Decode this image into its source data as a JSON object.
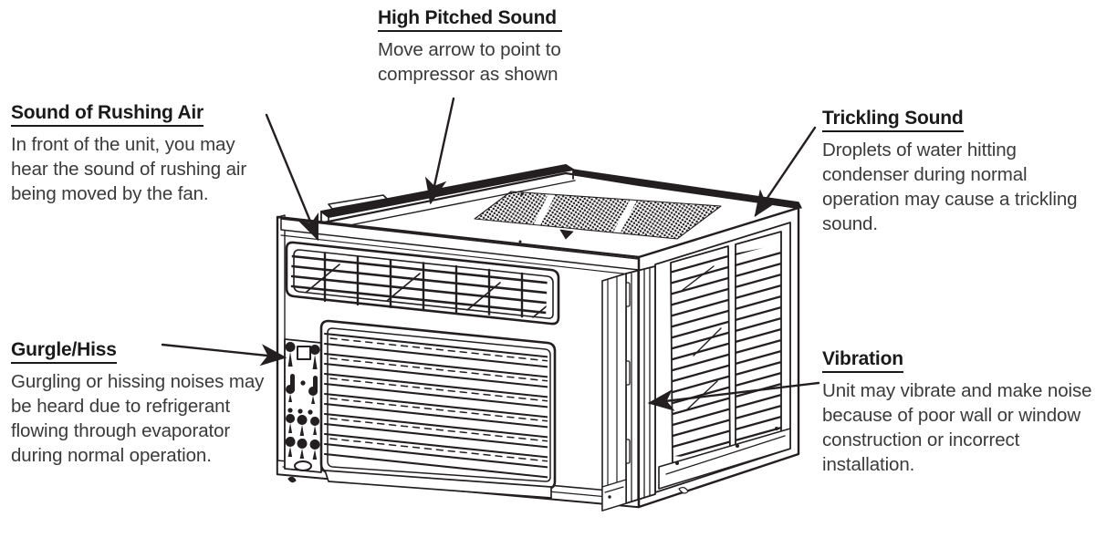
{
  "document": {
    "type": "appliance-noise-diagram",
    "subject": "Window air conditioner normal operating sounds",
    "colors": {
      "heading": "#1a1a1a",
      "body": "#3a3a3a",
      "line_art": "#231f20",
      "background": "#ffffff"
    }
  },
  "callouts": [
    {
      "id": "rushing-air",
      "heading": "Sound of Rushing Air",
      "body": "In front of the unit, you may hear the sound of rushing air being moved by the fan.",
      "position": "top-left",
      "leader": "points to upper-left discharge grille"
    },
    {
      "id": "high-pitched",
      "heading": "High Pitched Sound ",
      "body": "Move arrow to point to compressor as shown",
      "position": "top-center",
      "leader": "arrow pointing down to top cabinet panel"
    },
    {
      "id": "trickling",
      "heading": "Trickling Sound",
      "body": "Droplets of water hitting condenser during normal operation may cause a trickling sound.",
      "position": "top-right",
      "leader": "points to top rear edge of cabinet"
    },
    {
      "id": "gurgle-hiss",
      "heading": "Gurgle/Hiss",
      "body": "Gurgling or hissing noises may be heard due to refrigerant flowing through evaporator during normal operation.",
      "position": "bottom-left",
      "leader": "points right to control panel area"
    },
    {
      "id": "vibration",
      "heading": "Vibration",
      "body": "Unit may vibrate and make noise because of poor wall or window construction or incorrect  installation.",
      "position": "bottom-right",
      "leader": "points left to side mounting panel"
    }
  ],
  "illustration": {
    "name": "window-air-conditioner-line-drawing",
    "view": "three-quarter isometric, front-left and right side visible",
    "parts": [
      {
        "name": "front-discharge-grille",
        "description": "upper louvered air discharge grille on front face"
      },
      {
        "name": "front-filter-grille",
        "description": "large horizontally louvered intake / filter grille on front face"
      },
      {
        "name": "control-panel",
        "description": "vertical control panel at front-left with knobs, square display and buttons"
      },
      {
        "name": "top-cabinet-panel",
        "description": "top surface with three perforated vent patches and small triangle marker"
      },
      {
        "name": "right-condenser-louvers",
        "description": "right side panel with two columns of vertical condenser coil slats"
      },
      {
        "name": "window-mounting-panel",
        "description": "side accordion / mounting panel with three bracket clips"
      },
      {
        "name": "base-pan",
        "description": "bottom base pan with drain tab"
      }
    ]
  }
}
